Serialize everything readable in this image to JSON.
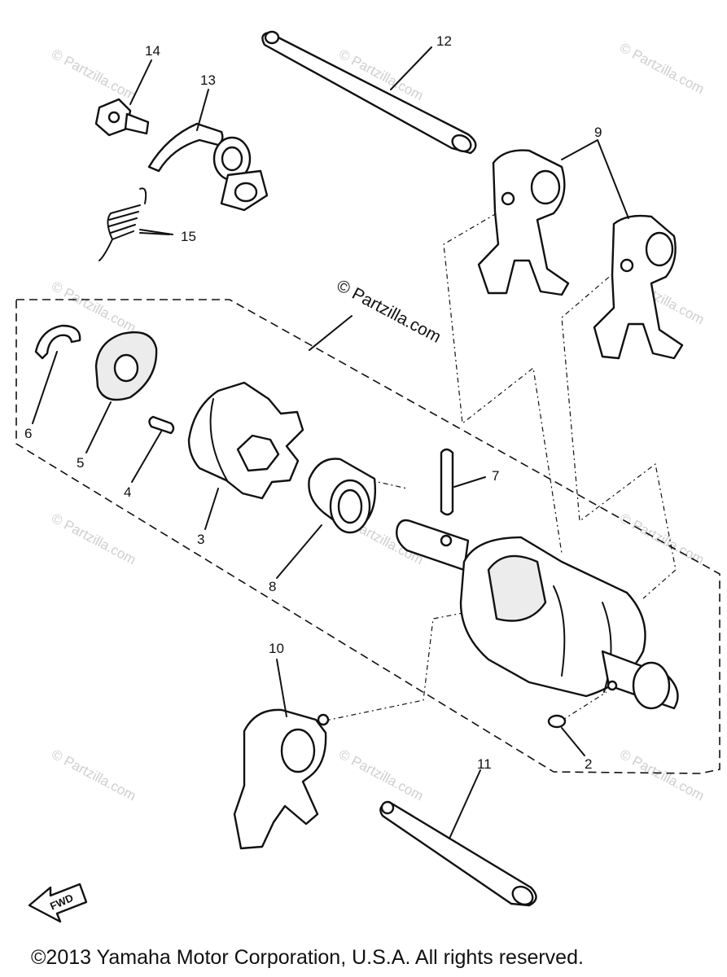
{
  "callouts": {
    "c2": "2",
    "c3": "3",
    "c4": "4",
    "c5": "5",
    "c6": "6",
    "c7": "7",
    "c8": "8",
    "c9": "9",
    "c10": "10",
    "c11": "11",
    "c12": "12",
    "c13": "13",
    "c14": "14",
    "c15": "15"
  },
  "watermark": {
    "main": "© Partzilla.com",
    "small": "© Partzilla.com"
  },
  "fwd_label": "FWD",
  "copyright": "©2013  Yamaha Motor Corporation, U.S.A. All rights reserved."
}
